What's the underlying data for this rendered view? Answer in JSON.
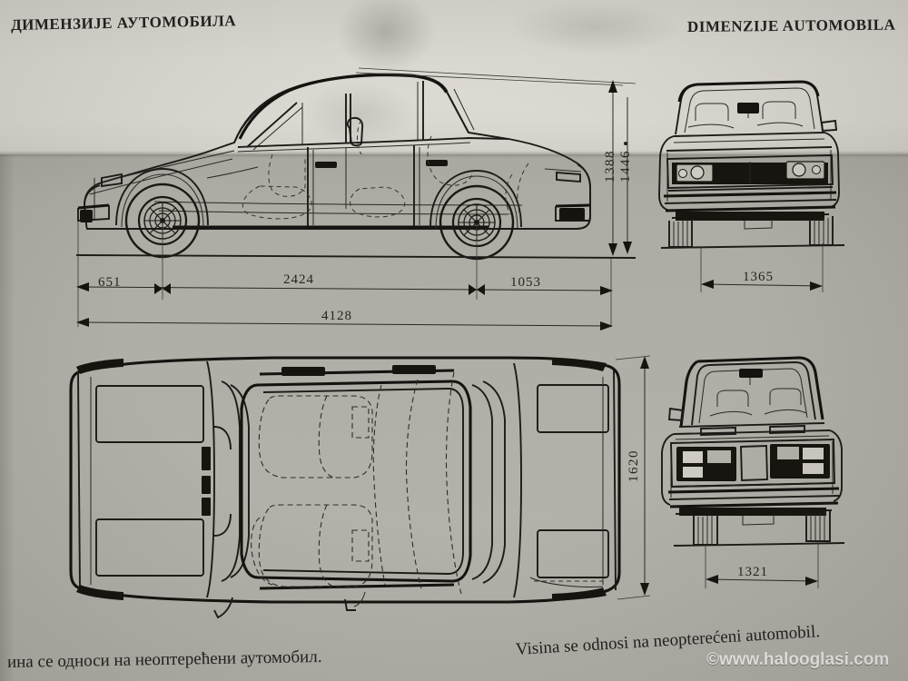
{
  "page": {
    "title_left": "ДИМЕНЗИЈЕ АУТОМОБИЛА",
    "title_right": "DIMENZIJE AUTOMOBILA",
    "footnote_left": "ина се односи на неоптерећени аутомобил.",
    "footnote_right": "Visina se odnosi na neopterećeni automobil.",
    "watermark": "©www.halooglasi.com",
    "ink_color": "#26241f",
    "paper_light": "#dedbd4",
    "paper_shade": "#b0aea6"
  },
  "views": {
    "side": {
      "name": "side-elevation"
    },
    "front": {
      "name": "front-elevation"
    },
    "top": {
      "name": "top-plan"
    },
    "rear": {
      "name": "rear-elevation"
    }
  },
  "dimensions": {
    "front_overhang": "651",
    "wheelbase": "2424",
    "rear_overhang": "1053",
    "overall_length": "4128",
    "height_roof": "1388",
    "height_with_antenna": "1446",
    "height_note_mark": "•",
    "front_track": "1365",
    "overall_width": "1620",
    "rear_track": "1321"
  }
}
